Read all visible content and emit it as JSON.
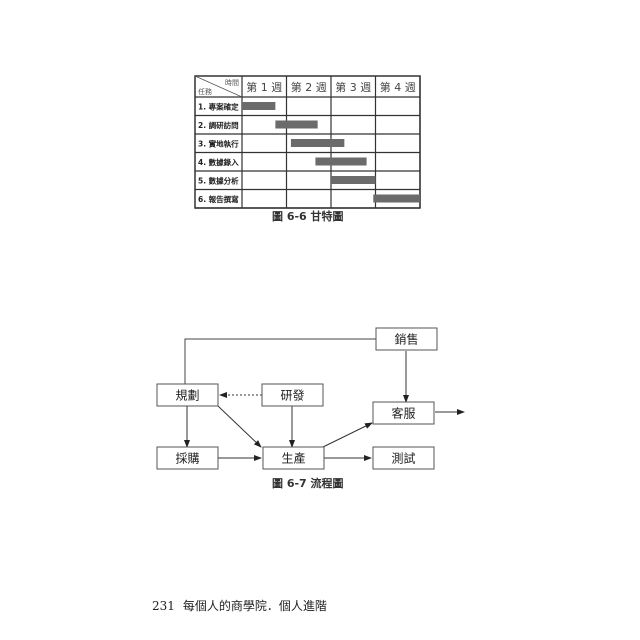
{
  "gantt": {
    "corner_top": "時間",
    "corner_bottom": "任務",
    "weeks": [
      "第 1 週",
      "第 2 週",
      "第 3 週",
      "第 4 週"
    ],
    "tasks": [
      {
        "label": "1. 專案確定",
        "start": 0,
        "end": 0.75
      },
      {
        "label": "2. 調研訪問",
        "start": 0.75,
        "end": 1.7
      },
      {
        "label": "3. 實地執行",
        "start": 1.1,
        "end": 2.3
      },
      {
        "label": "4. 數據錄入",
        "start": 1.65,
        "end": 2.8
      },
      {
        "label": "5. 數據分析",
        "start": 2.0,
        "end": 3.0
      },
      {
        "label": "6. 報告撰寫",
        "start": 2.95,
        "end": 4.0
      }
    ],
    "bar_color": "#6b6b6b",
    "caption": "圖 6-6 甘特圖"
  },
  "flow": {
    "nodes": {
      "sales": "銷售",
      "plan": "規劃",
      "rd": "研發",
      "service": "客服",
      "purchase": "採購",
      "production": "生產",
      "test": "測試"
    },
    "caption": "圖 6-7 流程圖"
  },
  "footer": {
    "page_number": "231",
    "book_title": "每個人的商學院．個人進階"
  }
}
